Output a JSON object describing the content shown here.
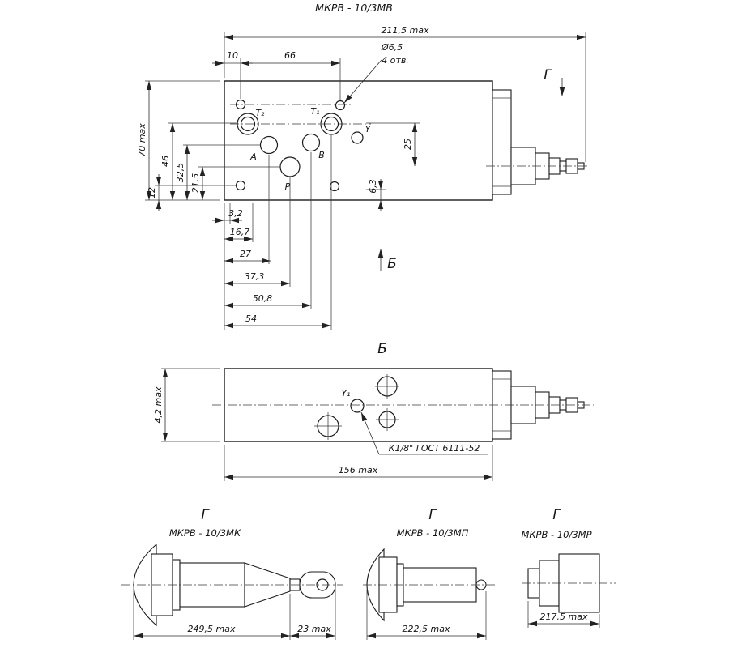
{
  "title": "МКРВ - 10/3МВ",
  "top_view": {
    "view_arrow_g": "Г",
    "view_arrow_b": "Б",
    "ports": {
      "t2": "T₂",
      "t1": "T₁",
      "a": "A",
      "b": "B",
      "p": "P",
      "y": "Y"
    },
    "dims": {
      "overall_width": "211,5 max",
      "edge_to_hole": "10",
      "hole_spacing": "66",
      "hole_dia": "Ø6,5",
      "hole_count": "4 отв.",
      "overall_height": "70 max",
      "h46": "46",
      "h32_5": "32,5",
      "h21_5": "21,5",
      "h12": "12",
      "v25": "25",
      "v6_3": "6,3",
      "c3_2": "3,2",
      "c16_7": "16,7",
      "c27": "27",
      "c37_3": "37,3",
      "c50_8": "50,8",
      "c54": "54"
    }
  },
  "section_b": {
    "label": "Б",
    "port_y1": "Y₁",
    "thread_note": "К1/8\" ГОСТ 6111-52",
    "height": "4,2 max",
    "width": "156 max"
  },
  "variants": [
    {
      "label": "Г",
      "name": "МКРВ - 10/3МК",
      "length": "249,5 max",
      "key_length": "23 max"
    },
    {
      "label": "Г",
      "name": "МКРВ - 10/3МП",
      "length": "222,5 max"
    },
    {
      "label": "Г",
      "name": "МКРВ - 10/3МР",
      "length": "217,5 max"
    }
  ]
}
